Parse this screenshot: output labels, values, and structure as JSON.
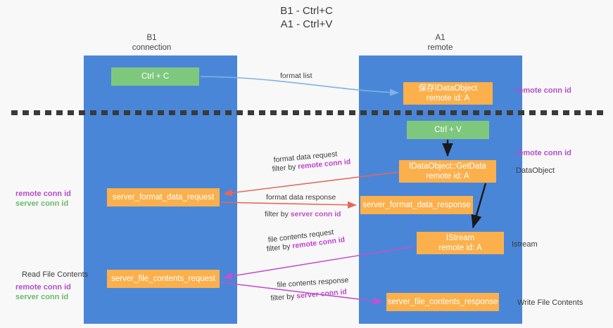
{
  "title": "B1 - Ctrl+C\nA1 - Ctrl+V",
  "lanes": [
    {
      "name": "B1",
      "sub": "connection",
      "label": "B1\nconnection"
    },
    {
      "name": "A1",
      "sub": "remote",
      "label": "A1\nremote"
    }
  ],
  "nodes": {
    "ctrl_c": {
      "label": "Ctrl + C",
      "color": "#7ec87e"
    },
    "idataobject": {
      "label": "保存IDataObject\nremote id: A",
      "color": "#fbb04c"
    },
    "ctrl_v": {
      "label": "Ctrl + V",
      "color": "#7ec87e"
    },
    "getdata": {
      "label": "IDataObject::GetData\nremote id: A",
      "color": "#fbb04c"
    },
    "server_format_data_request": {
      "label": "server_format_data_request",
      "color": "#fbb04c"
    },
    "server_format_data_response": {
      "label": "server_format_data_response",
      "color": "#fbb04c"
    },
    "istream": {
      "label": "IStream\nremote id: A",
      "color": "#fbb04c"
    },
    "server_file_contents_request": {
      "label": "server_file_contents_request",
      "color": "#fbb04c"
    },
    "server_file_contents_response": {
      "label": "server_file_contents_response",
      "color": "#fbb04c"
    }
  },
  "edges": {
    "format_list": {
      "label": "format list"
    },
    "format_data_request": {
      "line1": "format data request",
      "line2_prefix": "filter by ",
      "line2_key": "remote conn id"
    },
    "format_data_response": {
      "line1": "format data response",
      "line2_prefix": "filter by ",
      "line2_key": "server conn id"
    },
    "file_contents_request": {
      "line1": "file contents request",
      "line2_prefix": "filter by ",
      "line2_key": "remote conn id"
    },
    "file_contents_response": {
      "line1": "file contents response",
      "line2_prefix": "filter by ",
      "line2_key": "server conn id"
    }
  },
  "annotations": {
    "right": [
      {
        "text": "remote conn id",
        "style": "purple"
      },
      {
        "text": "remote conn id",
        "style": "purple"
      },
      {
        "text": "DataObject",
        "style": "plain"
      },
      {
        "text": "Istream",
        "style": "plain"
      },
      {
        "text": "Write File Contents",
        "style": "plain"
      }
    ],
    "left": [
      {
        "line1": "remote conn id",
        "line2": "server conn id"
      },
      {
        "text": "Read File Contents",
        "style": "plain"
      },
      {
        "line1": "remote conn id",
        "line2": "server conn id"
      }
    ]
  },
  "colors": {
    "lane": "#4a86d8",
    "green_node": "#7ec87e",
    "orange_node": "#fbb04c",
    "purple_text": "#b24fc9",
    "green_text": "#6aba6a",
    "arrow_blue": "#7fb3e3",
    "arrow_red": "#e8655a",
    "arrow_magenta": "#c74fd0",
    "arrow_black": "#1a1a1a",
    "divider": "#3a3a3a",
    "background": "#f8f8f8"
  }
}
